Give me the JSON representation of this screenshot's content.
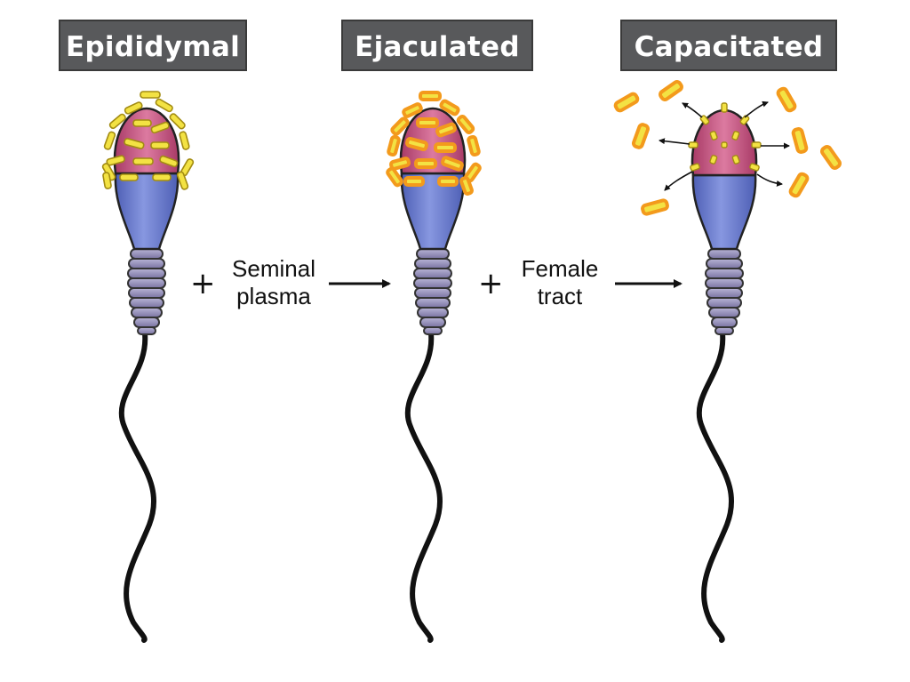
{
  "stages": [
    {
      "label": "Epididymal"
    },
    {
      "label": "Ejaculated"
    },
    {
      "label": "Capacitated"
    }
  ],
  "transitions": [
    {
      "plus": "+",
      "line1": "Seminal",
      "line2": "plasma"
    },
    {
      "plus": "+",
      "line1": "Female",
      "line2": "tract"
    }
  ],
  "colors": {
    "label_bg": "#58595b",
    "acrosome": "#c8507a",
    "midpiece": "#6f7fd0",
    "neck_rings": "#9590b8",
    "protein_yellow": "#f3e243",
    "protein_coat_orange": "#f39a1c",
    "tail": "#000000"
  }
}
